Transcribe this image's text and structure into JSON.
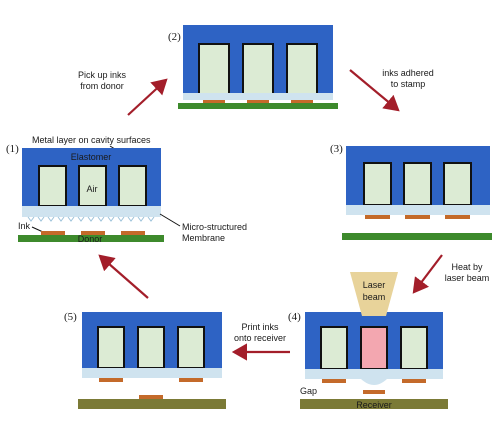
{
  "steps": {
    "s1": "(1)",
    "s2": "(2)",
    "s3": "(3)",
    "s4": "(4)",
    "s5": "(5)"
  },
  "arrows": {
    "pick_up_1": "Pick up inks",
    "pick_up_2": "from donor",
    "adhered_1": "inks adhered",
    "adhered_2": "to stamp",
    "heat_1": "Heat by",
    "heat_2": "laser beam",
    "print_1": "Print inks",
    "print_2": "onto receiver"
  },
  "labels": {
    "metal_layer": "Metal layer on cavity surfaces",
    "elastomer": "Elastomer",
    "air": "Air",
    "micro_1": "Micro-structured",
    "micro_2": "Membrane",
    "ink": "Ink",
    "donor": "Donor",
    "laser_1": "Laser",
    "laser_2": "beam",
    "gap": "Gap",
    "receiver": "Receiver"
  },
  "colors": {
    "stamp": "#2e63c4",
    "pillar": "#dcebd4",
    "pillar_border": "#111111",
    "membrane": "#cfe3ef",
    "ink": "#c46a2a",
    "substrate_green": "#3d8a2c",
    "receiver": "#7b7a36",
    "laser": "#e8d39a",
    "heated_pillar": "#f3a7b0",
    "arrow": "#a31e2a"
  }
}
